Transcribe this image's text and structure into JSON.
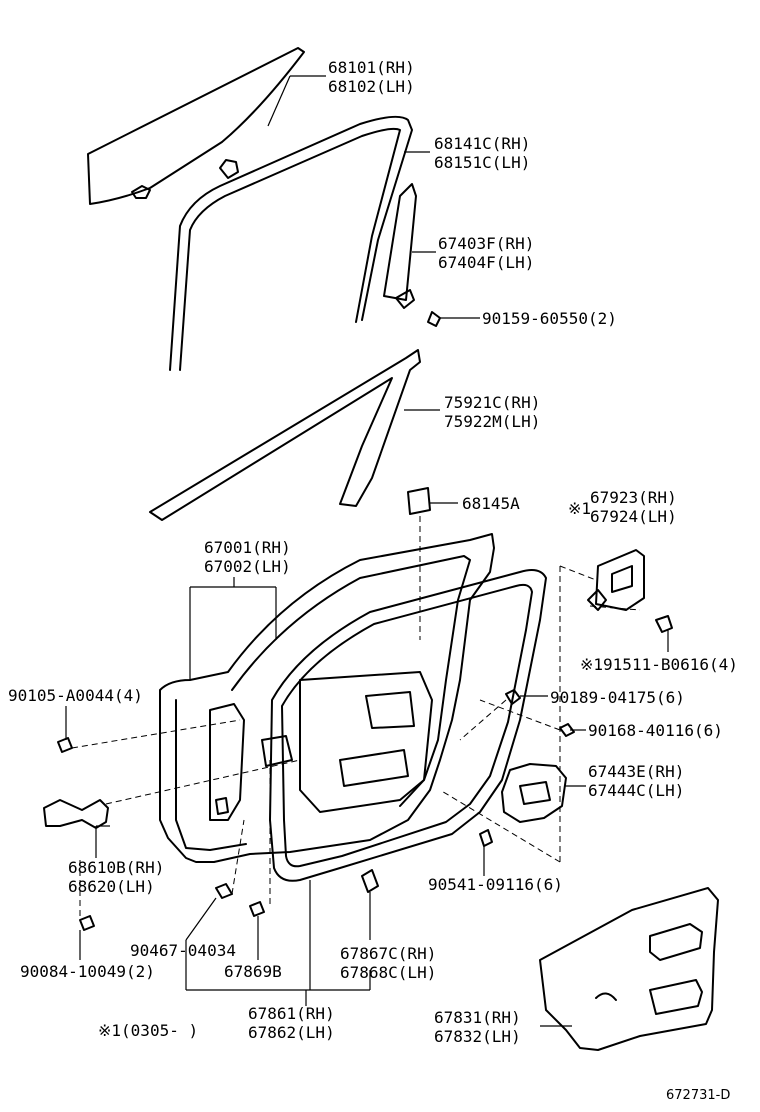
{
  "labels": {
    "glass_rh": "68101(RH)",
    "glass_lh": "68102(LH)",
    "run_rh": "68141C(RH)",
    "run_lh": "68151C(LH)",
    "sash_rh": "67403F(RH)",
    "sash_lh": "67404F(LH)",
    "bolt_sash": "90159-60550(2)",
    "mold_rh": "75921C(RH)",
    "mold_lh": "75922M(LH)",
    "pad": "68145A",
    "bracket_mark": "※1",
    "bracket_rh": "67923(RH)",
    "bracket_lh": "67924(LH)",
    "door_rh": "67001(RH)",
    "door_lh": "67002(LH)",
    "bolt_bracket": "※191511-B0616(4)",
    "bolt_hinge": "90105-A0044(4)",
    "clip_a": "90189-04175(6)",
    "screw_a": "90168-40116(6)",
    "cover_rh": "67443E(RH)",
    "cover_lh": "67444C(LH)",
    "check_rh": "68610B(RH)",
    "check_lh": "68620(LH)",
    "clip_b": "90541-09116(6)",
    "clip_c": "90467-04034",
    "seal_b": "67869B",
    "seal_c_rh": "67867C(RH)",
    "seal_c_lh": "67868C(LH)",
    "bolt_check": "90084-10049(2)",
    "ws_rh": "67861(RH)",
    "ws_lh": "67862(LH)",
    "note": "※1(0305-   )",
    "film_rh": "67831(RH)",
    "film_lh": "67832(LH)",
    "drawing_no": "672731-D"
  }
}
